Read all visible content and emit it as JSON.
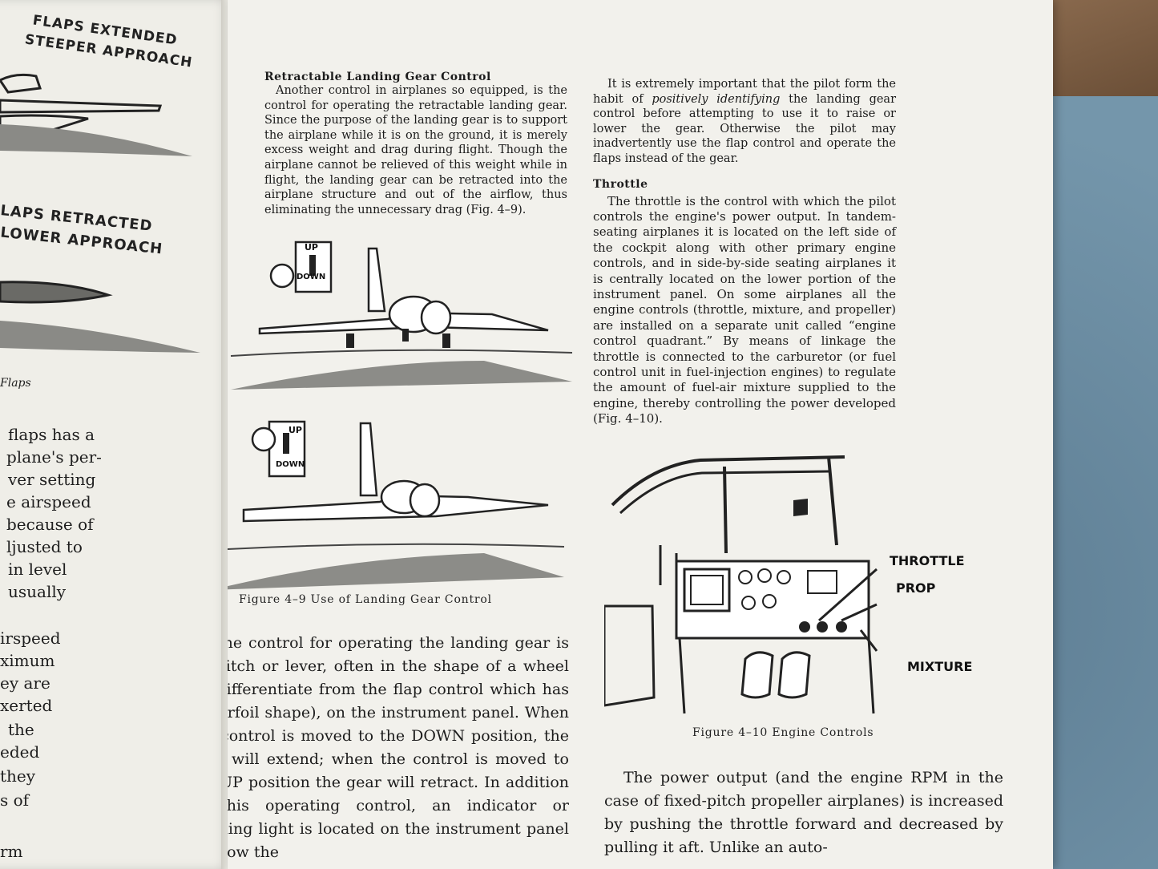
{
  "left_page": {
    "diagram_label_top_1": "FLAPS EXTENDED",
    "diagram_label_top_2": "STEEPER APPROACH",
    "diagram_label_mid_1": "LAPS RETRACTED",
    "diagram_label_mid_2": "LOWER APPROACH",
    "figure_fragment": "Flaps",
    "lines": [
      "flaps has a",
      "plane's per-",
      "ver setting",
      "e airspeed",
      "because of",
      "ljusted to",
      "in level",
      "usually",
      "",
      "irspeed",
      "ximum",
      "ey are",
      "xerted",
      "the",
      "eded",
      "they",
      "s of",
      "",
      "rm"
    ]
  },
  "column1": {
    "heading": "Retractable Landing Gear Control",
    "paragraph": "Another control in airplanes so equipped, is the control for operating the retractable landing gear. Since the purpose of the landing gear is to support the airplane while it is on the ground, it is merely excess weight and drag during flight. Though the airplane cannot be relieved of this weight while in flight, the landing gear can be retracted into the airplane structure and out of the airflow, thus eliminating the unnecessary drag (Fig. 4–9).",
    "switch_up_label": "UP",
    "switch_down_label": "DOWN",
    "figure_caption": "Figure 4–9  Use of Landing Gear Control",
    "paragraph2": "The control for operating the landing gear is a switch or lever, often in the shape of a wheel (to differentiate from the flap control which has an airfoil shape), on the instrument panel. When the control is moved to the DOWN position, the gear will extend; when the control is moved to the UP position the gear will retract. In addition to this operating control, an indicator or warning light is located on the instrument panel to show the"
  },
  "column2": {
    "paragraph_intro_before": "It is extremely important that the pilot form the habit of ",
    "paragraph_intro_em": "positively identifying",
    "paragraph_intro_after": " the landing gear control before attempting to use it to raise or lower the gear. Otherwise the pilot may inadvertently use the flap control and operate the flaps instead of the gear.",
    "heading": "Throttle",
    "paragraph": "The throttle is the control with which the pilot controls the engine's power output. In tandem-seating airplanes it is located on the left side of the cockpit along with other primary engine controls, and in side-by-side seating airplanes it is centrally located on the lower portion of the instrument panel. On some airplanes all the engine controls (throttle, mixture, and propeller) are installed on a separate unit called “engine control quadrant.” By means of linkage the throttle is connected to the carburetor (or fuel control unit in fuel-injection engines) to regulate the amount of fuel-air mixture supplied to the engine, thereby controlling the power developed (Fig. 4–10).",
    "label_throttle": "THROTTLE",
    "label_prop": "PROP",
    "label_mixture": "MIXTURE",
    "figure_caption": "Figure 4–10  Engine Controls",
    "paragraph2": "The power output (and the engine RPM in the case of fixed-pitch propeller airplanes) is increased by pushing the throttle forward and decreased by pulling it aft. Unlike an auto-"
  }
}
